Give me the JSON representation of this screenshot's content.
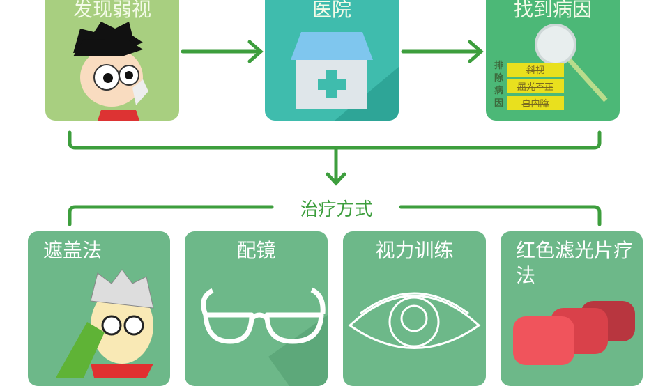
{
  "top_steps": [
    {
      "label": "发现弱视",
      "color": "#a8cf80"
    },
    {
      "label": "医院",
      "color": "#3fbcad"
    },
    {
      "label": "找到病因",
      "color": "#4cb877"
    }
  ],
  "causes": {
    "heading": "排除病因",
    "items": [
      "斜视",
      "屈光不正",
      "白内障"
    ]
  },
  "section_title": "治疗方式",
  "treatments": [
    {
      "label": "遮盖法"
    },
    {
      "label": "配镜"
    },
    {
      "label": "视力训练"
    },
    {
      "label": "红色滤光片疗法"
    }
  ],
  "colors": {
    "arrow": "#3d9e3d",
    "bottom_card": "#6db889"
  }
}
